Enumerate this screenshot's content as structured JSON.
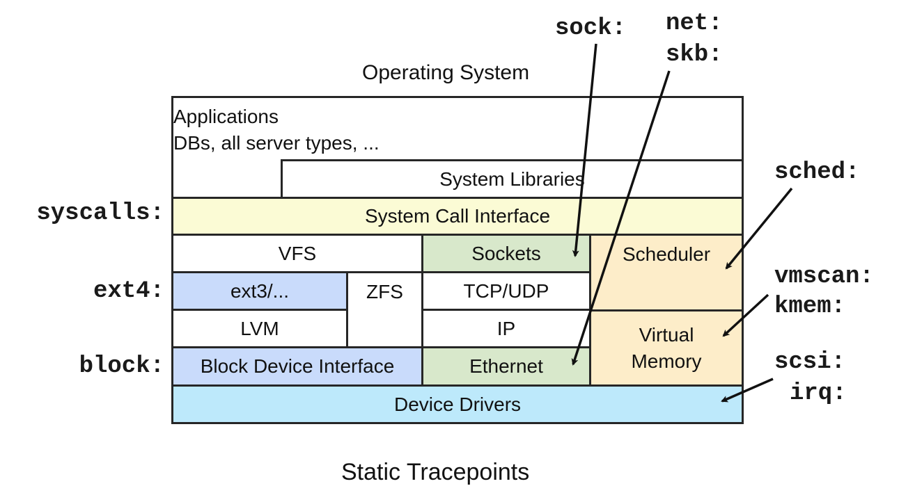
{
  "title": "Operating System",
  "caption": "Static Tracepoints",
  "colors": {
    "syscall": "#fbfbd5",
    "filesystem": "#c9dbfb",
    "network": "#d8e8cb",
    "kernel_core": "#fdedc9",
    "drivers": "#bde9fb",
    "plain": "#ffffff",
    "border": "#262626"
  },
  "layers": {
    "applications": {
      "line1": "Applications",
      "line2": "DBs, all server types, ..."
    },
    "system_libraries": "System Libraries",
    "system_call_interface": "System Call Interface",
    "vfs": "VFS",
    "sockets": "Sockets",
    "scheduler": "Scheduler",
    "ext3": "ext3/...",
    "zfs": "ZFS",
    "tcp_udp": "TCP/UDP",
    "lvm": "LVM",
    "ip": "IP",
    "virtual_memory": {
      "line1": "Virtual",
      "line2": "Memory"
    },
    "block_device_interface": "Block Device Interface",
    "ethernet": "Ethernet",
    "device_drivers": "Device Drivers"
  },
  "tracepoints": {
    "sock": "sock:",
    "net": "net:",
    "skb": "skb:",
    "syscalls": "syscalls:",
    "ext4": "ext4:",
    "block": "block:",
    "sched": "sched:",
    "vmscan": "vmscan:",
    "kmem": "kmem:",
    "scsi": "scsi:",
    "irq": "irq:"
  }
}
